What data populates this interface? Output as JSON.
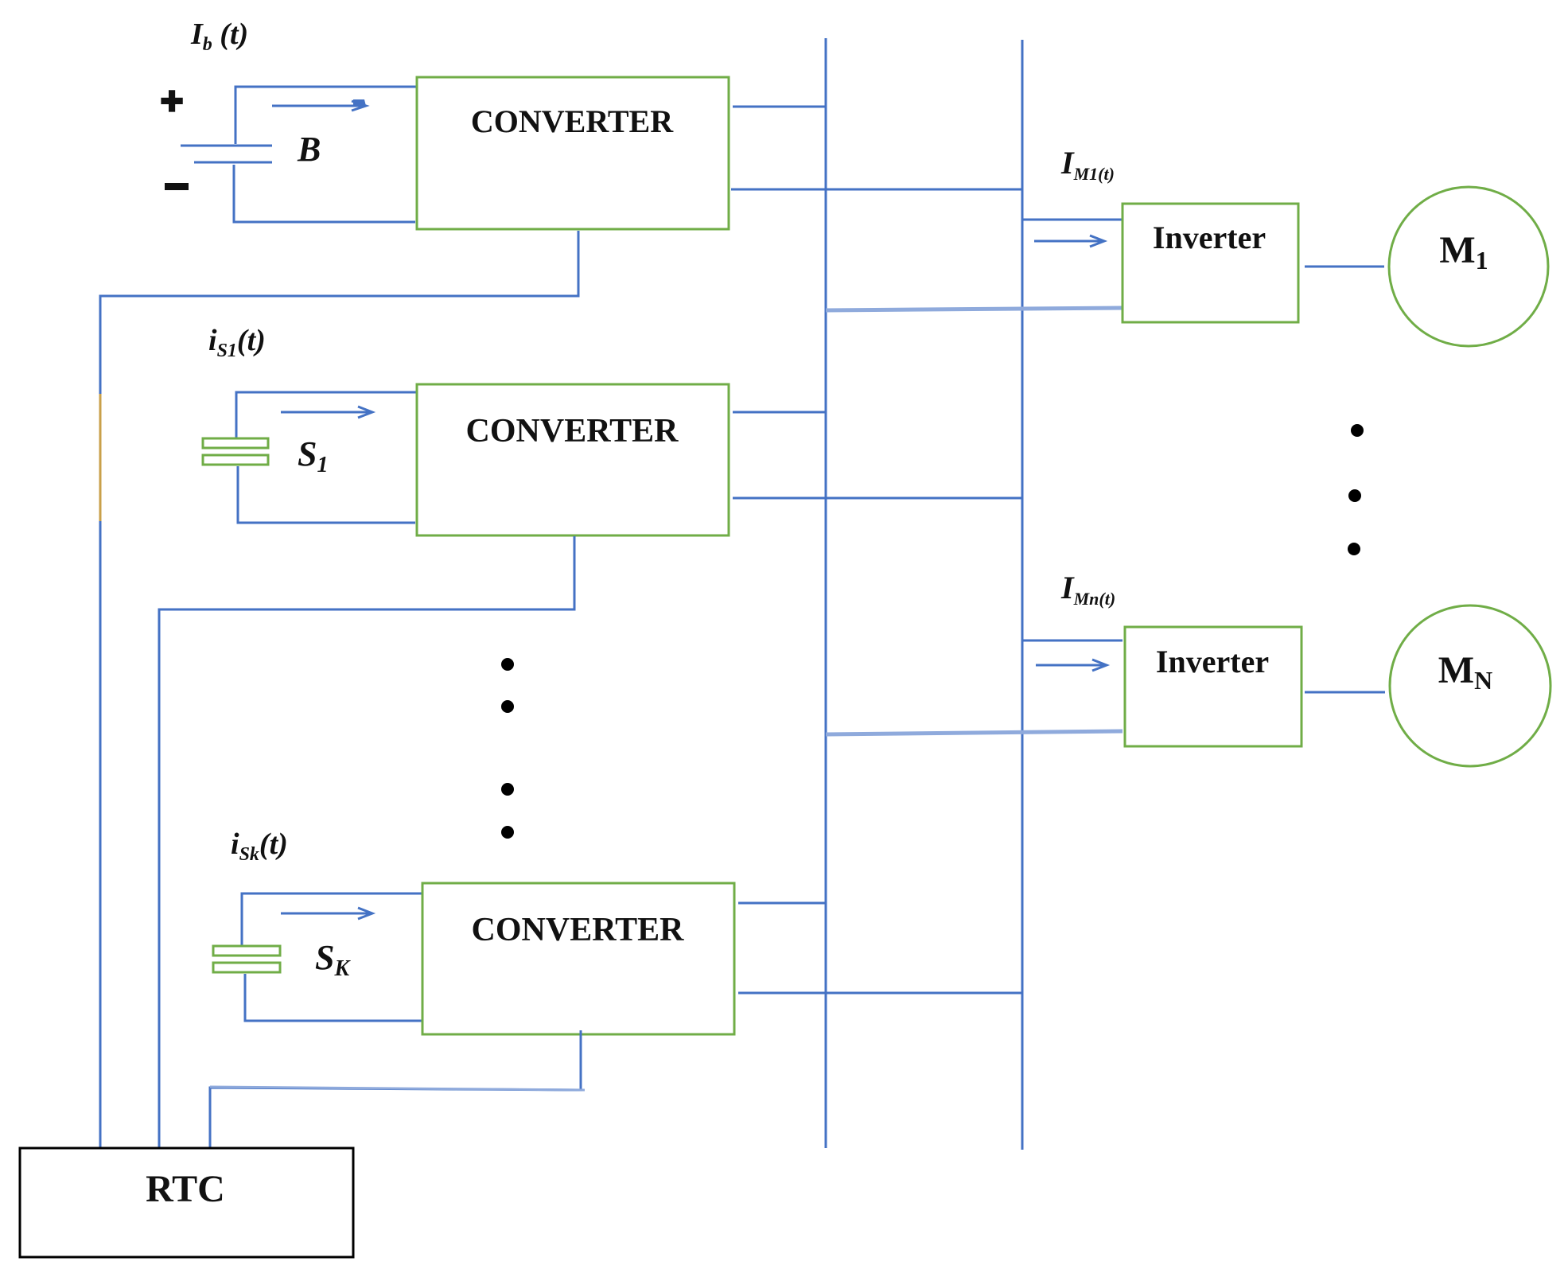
{
  "labels": {
    "ib": "I",
    "ib_sub": "b",
    "ib_tail": " (t)",
    "battery": "B",
    "plus": "✚",
    "minus": "▬",
    "converter1": "CONVERTER",
    "converter2": "CONVERTER",
    "converter3": "CONVERTER",
    "is1": "i",
    "is1_sub": "S1",
    "is1_tail": "(t)",
    "s1": "S",
    "s1_sub": "1",
    "isk": "i",
    "isk_sub": "Sk",
    "isk_tail": "(t)",
    "sk": "S",
    "sk_sub": "K",
    "im1": "I",
    "im1_sub": "M1(t)",
    "imn": "I",
    "imn_sub": "Mn(t)",
    "inverter1": "Inverter",
    "inverter2": "Inverter",
    "motor1": "M",
    "motor1_sub": "1",
    "motorN": "M",
    "motorN_sub": "N",
    "rtc": "RTC"
  },
  "colors": {
    "wire": "#4472c4",
    "bus": "#8faadc",
    "box": "#70ad47",
    "rtc_box": "#000000",
    "ochre_segment": "#c9a04a"
  }
}
